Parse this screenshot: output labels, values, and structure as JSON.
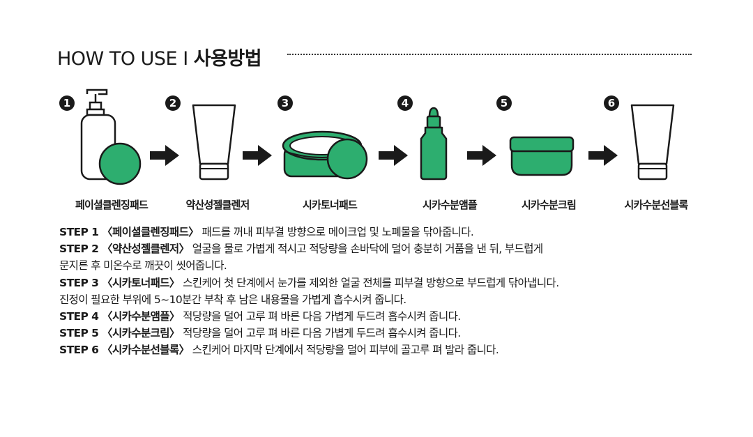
{
  "header": {
    "title_en": "HOW TO USE I ",
    "title_ko": "사용방법"
  },
  "colors": {
    "accent": "#2dae6f",
    "ink": "#1a1a1a"
  },
  "steps": [
    {
      "number": "1",
      "label": "페이셜클렌징패드",
      "icon": "pump-bottle-with-pad-icon"
    },
    {
      "number": "2",
      "label": "약산성젤클렌저",
      "icon": "cleanser-tube-icon"
    },
    {
      "number": "3",
      "label": "시카토너패드",
      "icon": "pad-jar-icon"
    },
    {
      "number": "4",
      "label": "시카수분앰플",
      "icon": "dropper-bottle-icon"
    },
    {
      "number": "5",
      "label": "시카수분크림",
      "icon": "cream-jar-icon"
    },
    {
      "number": "6",
      "label": "시카수분선블록",
      "icon": "sunblock-tube-icon"
    }
  ],
  "instructions": [
    {
      "lead": "STEP 1 〈페이셜클렌징패드〉",
      "text": " 패드를 꺼내 피부결 방향으로 메이크업 및 노폐물을 닦아줍니다."
    },
    {
      "lead": "STEP 2 〈약산성젤클렌저〉",
      "text": " 얼굴을 물로 가볍게 적시고 적당량을 손바닥에 덜어 충분히 거품을 낸 뒤, 부드럽게"
    },
    {
      "lead": "",
      "text": "문지른 후 미온수로 깨끗이 씻어줍니다."
    },
    {
      "lead": "STEP 3 〈시카토너패드〉",
      "text": " 스킨케어 첫 단계에서 눈가를 제외한 얼굴 전체를 피부결 방향으로 부드럽게 닦아냅니다."
    },
    {
      "lead": "",
      "text": "진정이 필요한 부위에 5~10분간 부착 후 남은 내용물을 가볍게 흡수시켜 줍니다."
    },
    {
      "lead": "STEP 4 〈시카수분앰플〉",
      "text": " 적당량을 덜어 고루 펴 바른 다음 가볍게 두드려 흡수시켜 줍니다."
    },
    {
      "lead": "STEP 5 〈시카수분크림〉",
      "text": " 적당량을 덜어 고루 펴 바른 다음 가볍게 두드려 흡수시켜 줍니다."
    },
    {
      "lead": "STEP 6 〈시카수분선블록〉",
      "text": " 스킨케어 마지막 단계에서 적당량을 덜어 피부에 골고루 펴 발라 줍니다."
    }
  ]
}
